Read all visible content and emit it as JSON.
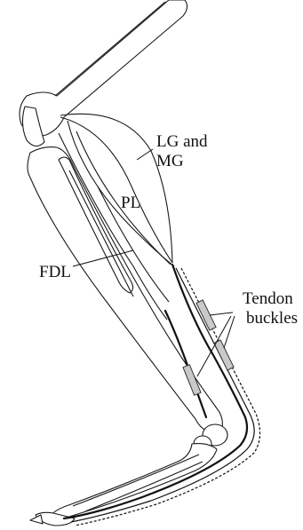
{
  "labels": {
    "lg_mg_line1": "LG and",
    "lg_mg_line2": "MG",
    "pl": "PL",
    "fdl": "FDL",
    "tendon_buckles_line1": "Tendon",
    "tendon_buckles_line2": "buckles"
  },
  "colors": {
    "ink": "#1a1a1a",
    "buckle_fill": "#c9c9c9",
    "background": "#ffffff"
  }
}
